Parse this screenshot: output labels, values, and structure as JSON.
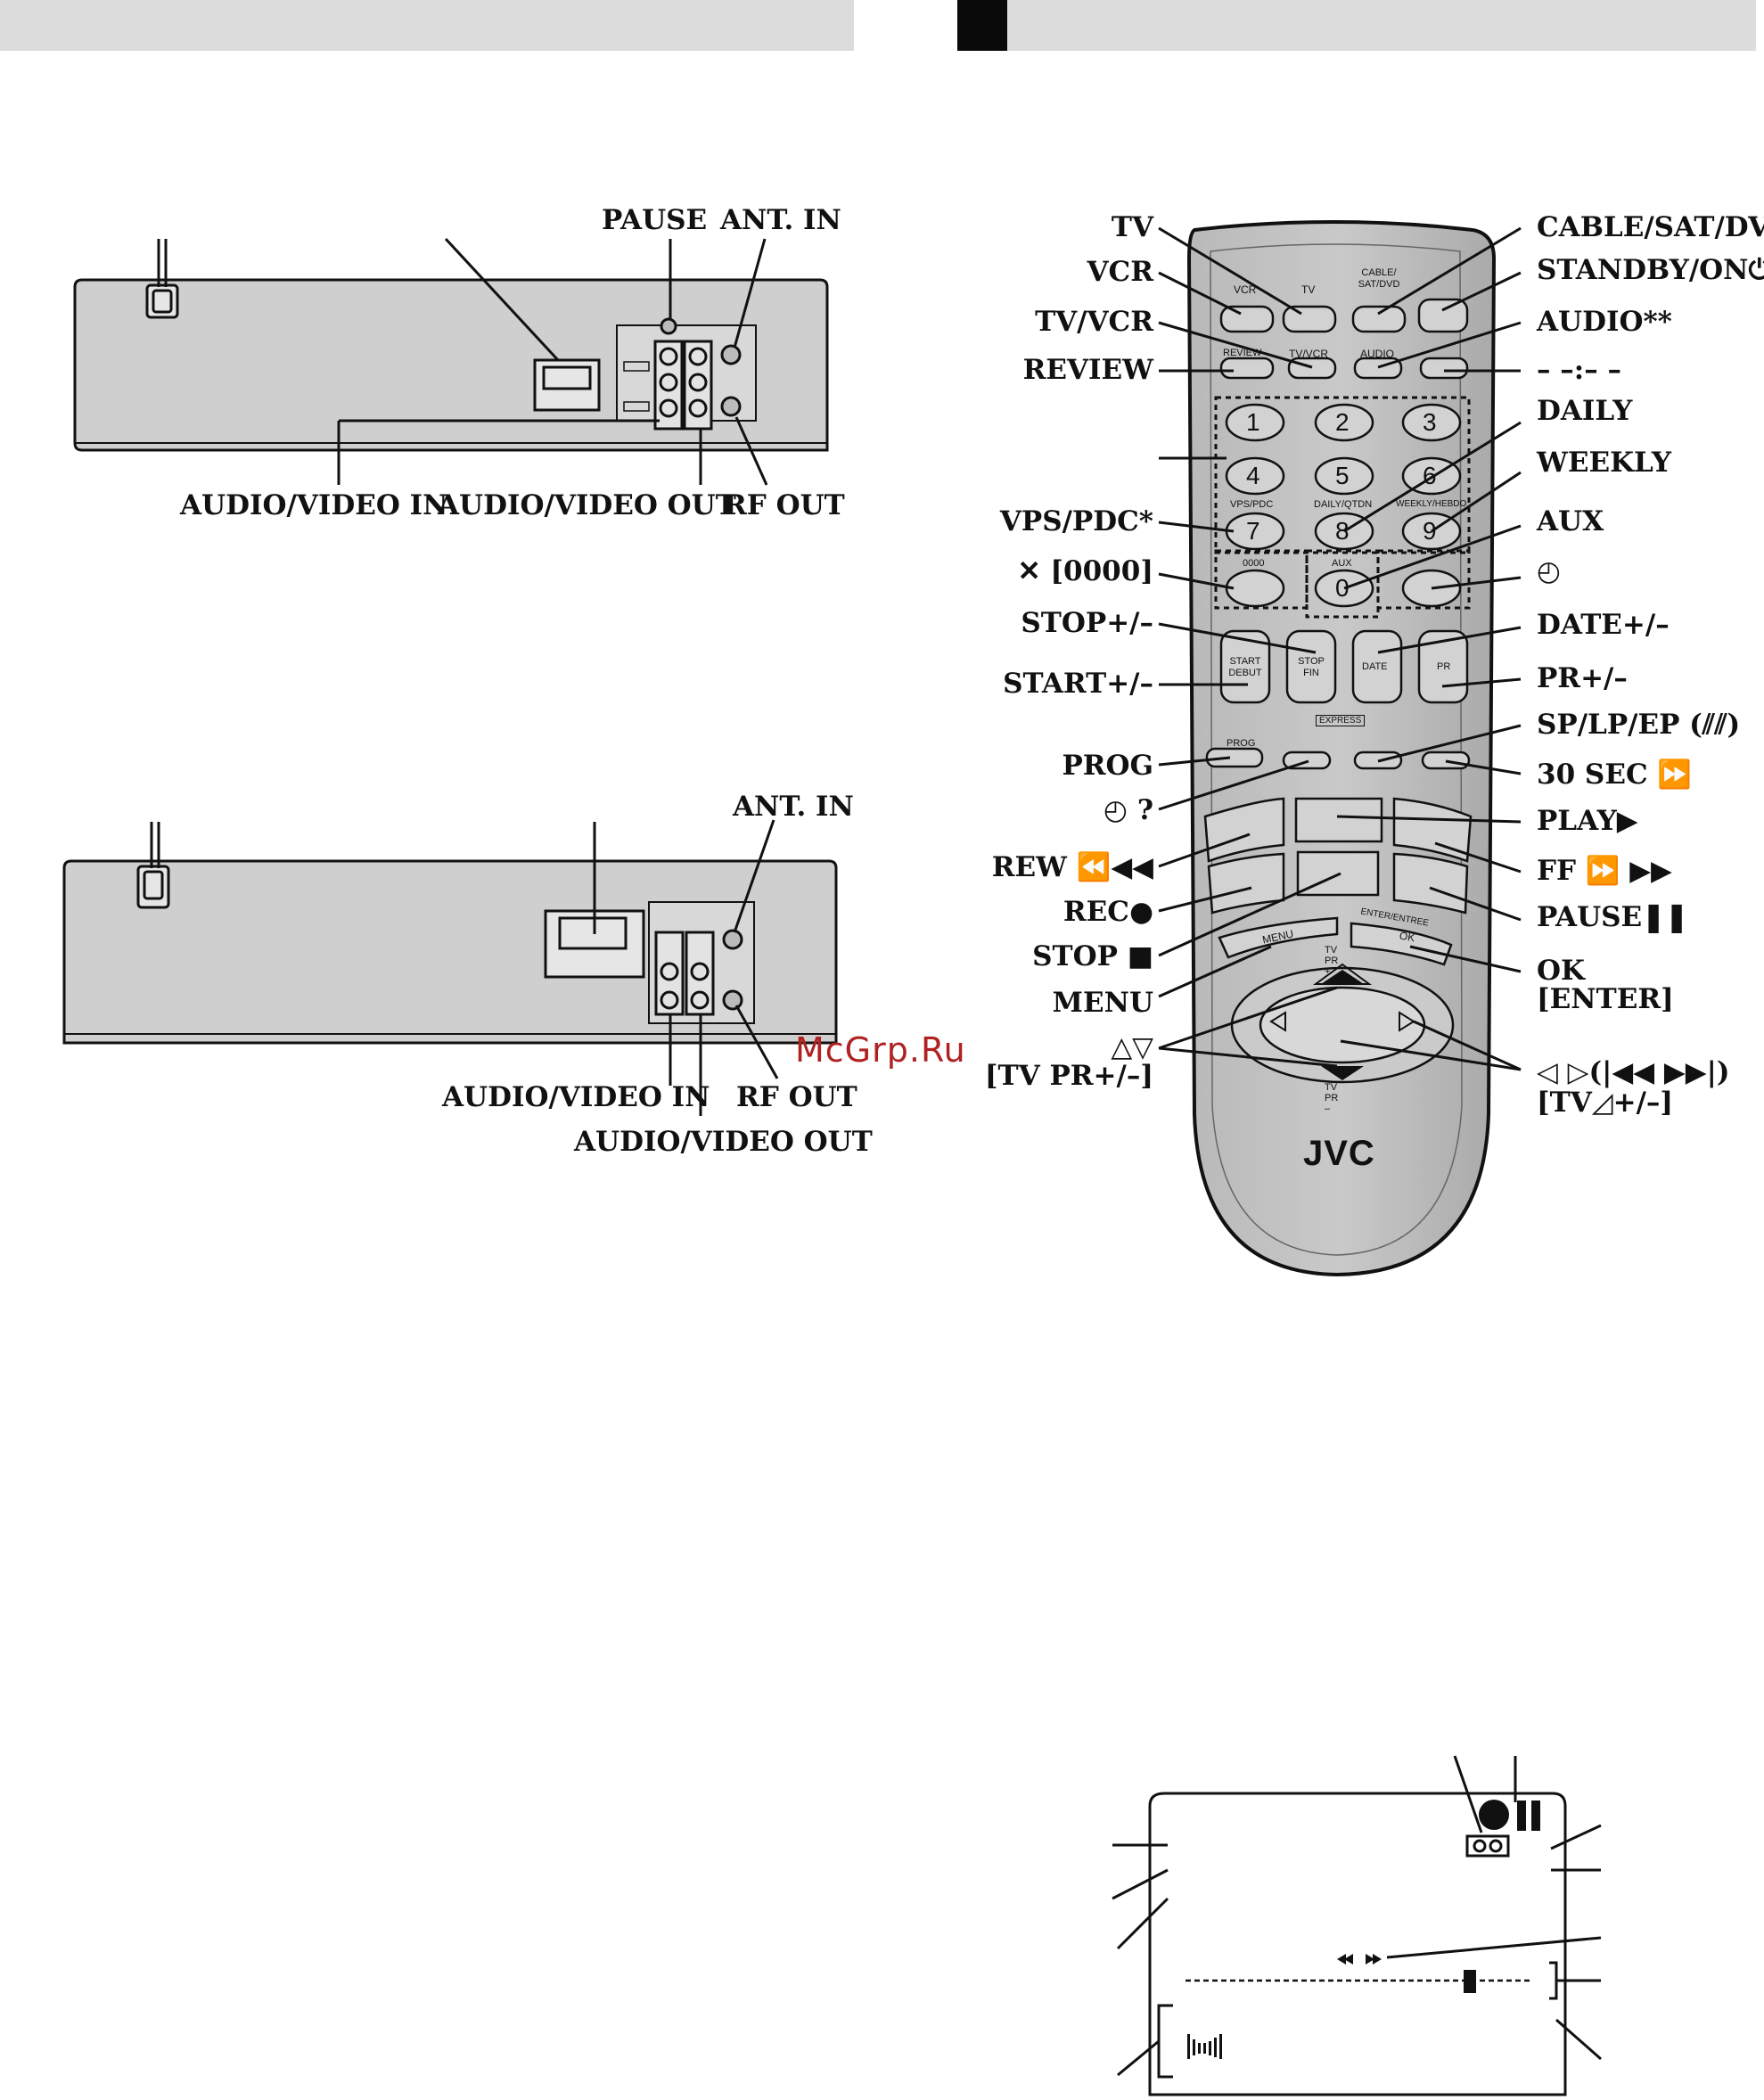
{
  "header": {
    "left_bar_color": "#dcdcdc",
    "right_block_color": "#0a0a0a"
  },
  "rear_panel_1": {
    "labels": {
      "pause": "PAUSE",
      "ant_in": "ANT. IN",
      "av_in": "AUDIO/VIDEO IN",
      "av_out": "AUDIO/VIDEO OUT",
      "rf_out": "RF OUT"
    }
  },
  "rear_panel_2": {
    "labels": {
      "ant_in": "ANT. IN",
      "av_in": "AUDIO/VIDEO IN",
      "av_out": "AUDIO/VIDEO OUT",
      "rf_out": "RF OUT"
    }
  },
  "watermark": "McGrp.Ru",
  "remote": {
    "brand": "JVC",
    "left_labels": {
      "tv": "TV",
      "vcr": "VCR",
      "tv_vcr": "TV/VCR",
      "review": "REVIEW",
      "vps_pdc": "VPS/PDC*",
      "cancel_0000": "✕ [0000]",
      "stop": "STOP+/–",
      "start": "START+/–",
      "prog": "PROG",
      "timer_q": "◴ ?",
      "rew": "REW ⏪◀◀",
      "rec": "REC●",
      "stop_btn": "STOP ■",
      "menu": "MENU",
      "tv_pr_arrows": "△▽",
      "tv_pr": "[TV PR+/–]"
    },
    "right_labels": {
      "cable": "CABLE/SAT/DVD",
      "standby": "STANDBY/ON⏻/I",
      "audio": "AUDIO**",
      "dash": "– –:– –",
      "daily": "DAILY",
      "weekly": "WEEKLY",
      "aux": "AUX",
      "timer": "◴",
      "date": "DATE+/–",
      "pr": "PR+/–",
      "speed": "SP/LP/EP (⫽⫽)",
      "sec30": "30 SEC ⏩",
      "play": "PLAY▶",
      "ff": "FF ⏩ ▶▶",
      "pause": "PAUSE❚❚",
      "ok": "OK",
      "enter": "[ENTER]",
      "lr_arrows": "◁ ▷(|◀◀ ▶▶|)",
      "tv_vol": "[TV◿+/–]"
    },
    "keys": {
      "vcr": "VCR",
      "tv": "TV",
      "cable": "CABLE/ SAT/DVD",
      "review": "REVIEW",
      "tv_vcr": "TV/VCR",
      "audio": "AUDIO",
      "n1": "1",
      "n2": "2",
      "n3": "3",
      "n4": "4",
      "n5": "5",
      "n6": "6",
      "n7": "7",
      "n8": "8",
      "n9": "9",
      "n0": "0",
      "vps_pdc": "VPS/PDC",
      "daily_qtdn": "DAILY/QTDN",
      "weekly_hebdo": "WEEKLY/HEBDO",
      "key0000": "0000",
      "aux": "AUX",
      "start_debut": "START DEBUT",
      "stop_fin": "STOP FIN",
      "date": "DATE",
      "pr": "PR",
      "express": "EXPRESS",
      "prog": "PROG",
      "menu": "MENU",
      "ok": "OK",
      "enter_entree": "ENTER/ENTREE",
      "tv_pr_plus": "TV PR +",
      "tv_pr_minus": "TV PR –"
    }
  }
}
